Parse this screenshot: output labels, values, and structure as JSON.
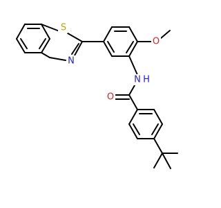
{
  "molecule": {
    "atoms": {
      "S": {
        "label": "S",
        "color": "#b7a800"
      },
      "N_thiazole": {
        "label": "N",
        "color": "#1f1fdf"
      },
      "O_methoxy": {
        "label": "O",
        "color": "#e01f1f"
      },
      "NH_amide": {
        "label": "N",
        "color": "#1f1fdf"
      },
      "H_amide": {
        "label": "H",
        "color": "#1f1fdf"
      },
      "O_carbonyl": {
        "label": "O",
        "color": "#e01f1f"
      }
    },
    "bond_color": "#000000",
    "background": "#ffffff"
  }
}
